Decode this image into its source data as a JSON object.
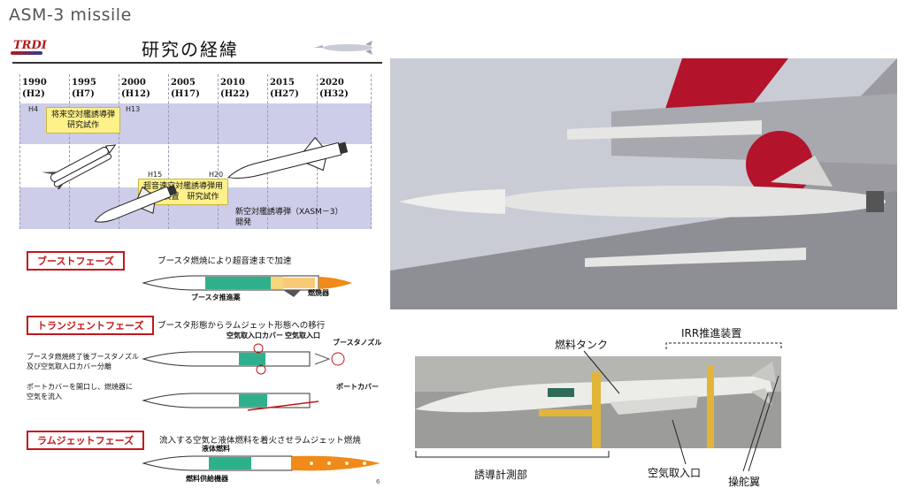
{
  "page": {
    "title": "ASM-3 missile"
  },
  "slide": {
    "logo": "TRDI",
    "title": "研究の経緯",
    "page_number": "6",
    "timeline": {
      "years": [
        {
          "year": "1990",
          "era": "(H2)"
        },
        {
          "year": "1995",
          "era": "(H7)"
        },
        {
          "year": "2000",
          "era": "(H12)"
        },
        {
          "year": "2005",
          "era": "(H17)"
        },
        {
          "year": "2010",
          "era": "(H22)"
        },
        {
          "year": "2015",
          "era": "(H27)"
        },
        {
          "year": "2020",
          "era": "(H32)"
        }
      ],
      "marks": {
        "h4": "H4",
        "h13": "H13",
        "h15": "H15",
        "h20": "H20"
      },
      "project1": [
        "将来空対艦誘導弾",
        "研究試作"
      ],
      "project2": [
        "超音速空対艦誘導弾用",
        "推進装置　研究試作"
      ],
      "project3": [
        "新空対艦誘導弾（XASM－3）",
        "開発"
      ]
    },
    "phases": {
      "boost": {
        "label": "ブーストフェーズ",
        "desc": "ブースタ燃焼により超音速まで加速",
        "callouts": {
          "booster_propellant": "ブースタ推進薬",
          "combustor": "燃焼器"
        }
      },
      "transient": {
        "label": "トランジェントフェーズ",
        "desc": "ブースタ形態からラムジェット形態への移行",
        "note1": [
          "ブースタ燃焼終了後ブースタノズル",
          "及び空気取入口カバー分離"
        ],
        "note2": [
          "ポートカバーを開口し、燃焼器に",
          "空気を流入"
        ],
        "callouts": {
          "inlet_cover": "空気取入口カバー",
          "inlet": "空気取入口",
          "booster_nozzle": "ブースタノズル",
          "port_cover": "ポートカバー"
        }
      },
      "ramjet": {
        "label": "ラムジェットフェーズ",
        "desc": "流入する空気と液体燃料を着火させラムジェット燃焼",
        "callouts": {
          "liquid_fuel": "液体燃料",
          "fuel_supply": "燃料供給機器"
        }
      }
    }
  },
  "photo2_labels": {
    "fuel_tank": "燃料タンク",
    "irr": "IRR推進装置",
    "guidance": "誘導計測部",
    "air_intake": "空気取入口",
    "control_fin": "操舵翼"
  },
  "colors": {
    "phase_red": "#c4161c",
    "timeline_band": "#cdcde9",
    "project_box": "#fff18a",
    "propellant_green": "#2fb08d",
    "flame_orange": "#f08a1a",
    "sky": "#c9ccd4",
    "roundel_red": "#b3142b"
  }
}
